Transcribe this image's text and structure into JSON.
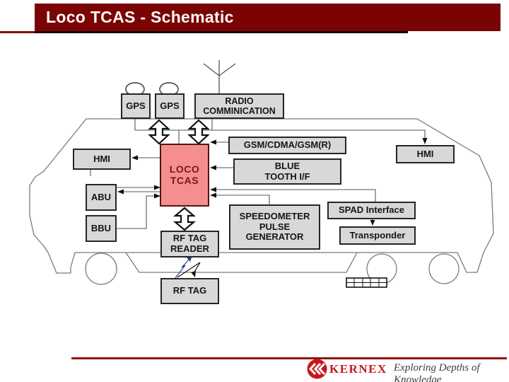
{
  "slide": {
    "title": "Loco TCAS - Schematic"
  },
  "diagram": {
    "nodes": {
      "gps1": "GPS",
      "gps2": "GPS",
      "radio": "RADIO\nCOMMINICATION",
      "gsm": "GSM/CDMA/GSM(R)",
      "hmi_left": "HMI",
      "hmi_right": "HMI",
      "tcas": "LOCO\nTCAS",
      "bluetooth": "BLUE\nTOOTH I/F",
      "abu": "ABU",
      "bbu": "BBU",
      "speedometer": "SPEEDOMETER\nPULSE\nGENERATOR",
      "spad": "SPAD Interface",
      "transponder": "Transponder",
      "rf_tag_reader": "RF TAG\nREADER",
      "rf_tag": "RF TAG"
    }
  },
  "footer": {
    "brand": "KERNEX",
    "tagline": "Exploring Depths of Knowledge"
  },
  "colors": {
    "title_bar": "#7a0404",
    "underline": "#8b0000",
    "node_fill": "#d8d8d8",
    "tcas_fill": "#f58f8f",
    "brand_red": "#c5171d",
    "footer_line": "#990f0f"
  }
}
